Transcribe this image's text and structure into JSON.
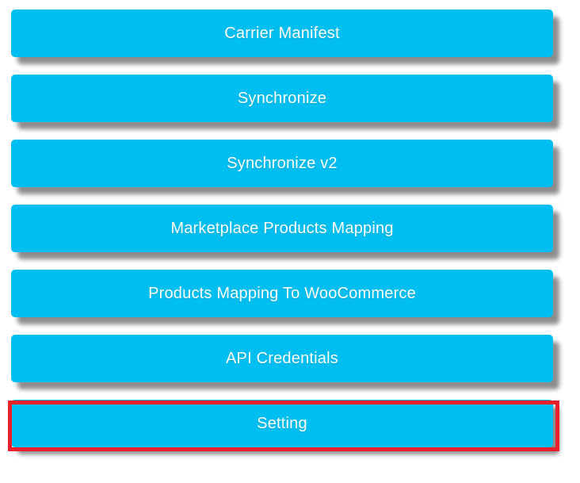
{
  "colors": {
    "button_bg": "#00bef0",
    "button_text": "#ffffff",
    "highlight_border": "#e8202b",
    "shadow": "rgba(0,0,0,0.45)",
    "page_background": "#ffffff"
  },
  "menu": {
    "items": [
      {
        "label": "Carrier Manifest",
        "highlighted": false
      },
      {
        "label": "Synchronize",
        "highlighted": false
      },
      {
        "label": "Synchronize v2",
        "highlighted": false
      },
      {
        "label": "Marketplace Products Mapping",
        "highlighted": false
      },
      {
        "label": "Products Mapping To WooCommerce",
        "highlighted": false
      },
      {
        "label": "API Credentials",
        "highlighted": false
      },
      {
        "label": "Setting",
        "highlighted": true
      }
    ]
  }
}
